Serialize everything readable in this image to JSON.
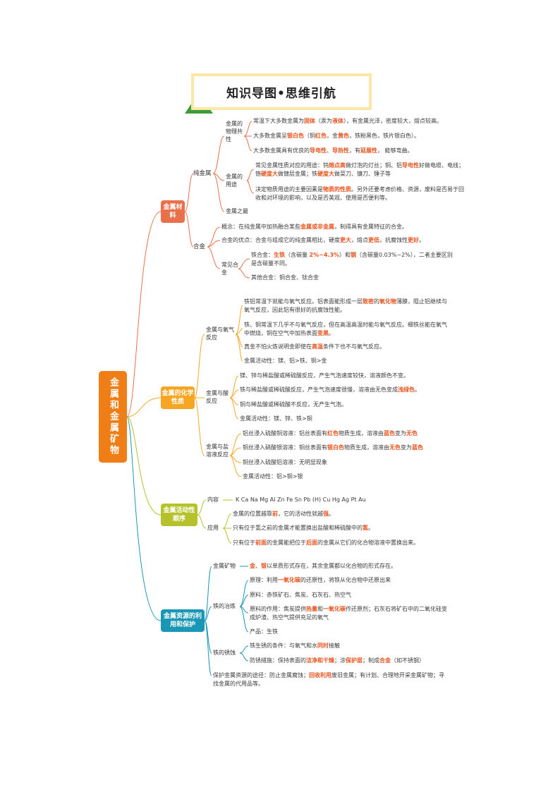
{
  "title": "知识导图•思维引航",
  "root": "金属和金属矿物",
  "colors": {
    "orange": "#f07e16",
    "red_node": "#e8704a",
    "amber": "#f6a623",
    "olive": "#b5c22b",
    "teal": "#1a97b5",
    "highlight": "#e8541e"
  },
  "b1": {
    "label": "金属材料",
    "pure": "纯金属",
    "phys": "金属的物理共性",
    "phys_items": [
      [
        "常温下大多数金属为",
        "固体",
        "（汞为",
        "液体",
        "），有金属光泽，密度较大，熔点较高。"
      ],
      [
        "大多数金属呈",
        "银白色",
        "（铜",
        "红色",
        "，金",
        "黄色",
        "，铁粉黑色，铁片银白色）。"
      ],
      [
        "大多数金属具有优良的",
        "导电性",
        "、",
        "导热性",
        "，有",
        "延展性",
        "，  能够弯曲。"
      ]
    ],
    "use": "金属的用途",
    "use_items": [
      [
        "常见金属性质对应的用途：钨",
        "熔点高",
        "做灯泡的灯丝；铜、铝",
        "导电性",
        "好做电缆、电线；铬",
        "硬度大",
        "做镀层金属；铁",
        "硬度大",
        "做菜刀、镰刀、锤子等"
      ],
      [
        "决定物质用途的主要因素是",
        "物质的性质",
        "。另外还要考虑价格、资源，废料是否易于回收和对环境的影响，以及是否美观、使用是否便利等。"
      ]
    ],
    "most": "金属之最",
    "alloy": "合金",
    "alloy_concept": [
      "概念：在纯金属中加热融合某些",
      "金属或非金属",
      "，制得具有金属特征的合金。"
    ],
    "alloy_adv": [
      "合金的优点：合金与组成它的纯金属相比，硬度",
      "更大",
      "，熔点",
      "更低",
      "，抗腐蚀性",
      "更好",
      "。"
    ],
    "common": "常见合金",
    "iron_alloy": [
      "铁合金：",
      "生铁",
      "（含碳量 ",
      "2%~4.3%",
      "）和",
      "钢",
      "（含碳量0.03%~2%），二者主要区别是含碳量不同。"
    ],
    "other_alloy": "其他合金：铜合金、钛合金"
  },
  "b2": {
    "label": "金属的化学性质",
    "oxy": "金属与氧气反应",
    "oxy_items": [
      [
        "铁铝常温下就能与氧气反应。铝表面能形成一层",
        "致密",
        "的",
        "氧化物",
        "薄膜，阻止铝继续与氧气反应，因此铝有很好的抗腐蚀性能。"
      ],
      [
        "铁、铜常温下几乎不与氧气反应，但在高温高温时能与氧气反应。细铁丝能在氧气中燃烧，铜在空气中加热表面",
        "变黑",
        "。"
      ],
      [
        "真金不怕火炼说明金即使在",
        "高温",
        "条件下也不与氧气反应。"
      ],
      [
        "金属活动性：镁、铝>铁、铜>金"
      ]
    ],
    "acid": "金属与酸反应",
    "acid_items": [
      [
        "镁、锌与稀盐酸或稀硫酸反应，产生气泡速度较快，溶液颜色不变。"
      ],
      [
        "铁与稀盐酸或稀硫酸反应，产生气泡速度很慢，溶液由无色变成",
        "浅绿色",
        "。"
      ],
      [
        "铜与稀盐酸或稀硫酸不反应，无产生气泡。"
      ],
      [
        "金属活动性：镁、锌、铁>铜"
      ]
    ],
    "salt": "金属与盐溶液反应",
    "salt_items": [
      [
        "铝丝浸入硫酸铜溶液：铝丝表面有",
        "红色",
        "物质生成，溶液由",
        "蓝色",
        "变为",
        "无色"
      ],
      [
        "铜丝浸入硝酸银溶液：铜丝表面有",
        "银白色",
        "物质生成，溶液由",
        "无色",
        "变为",
        "蓝色"
      ],
      [
        "铜丝浸入硫酸铝溶液：无明显现象"
      ],
      [
        "金属活动性：铝>铜>银"
      ]
    ]
  },
  "b3": {
    "label": "金属活动性顺序",
    "content": "内容",
    "series": "K  Ca  Na  Mg  Al  Zn  Fe  Sn  Pb  (H)  Cu  Hg  Ag  Pt  Au",
    "apply": "应用",
    "apply_items": [
      [
        "金属的位置越靠",
        "前",
        "，它的活动性就越",
        "强",
        "。"
      ],
      [
        "只有位于氢之前的金属才能置换出盐酸和稀硫酸中的",
        "氢",
        "。"
      ],
      [
        "只有位于",
        "前面",
        "的金属能把位于",
        "后面",
        "的金属从它们的化合物溶液中置换出来。"
      ]
    ]
  },
  "b4": {
    "label": "金属资源的利用和保护",
    "ore": "金属矿物",
    "ore_text": [
      "",
      "金",
      "、",
      "银",
      "以单质形式存在，其余金属都以化合物的形式存在。"
    ],
    "smelt": "铁的冶炼",
    "smelt_items": [
      [
        "原理：利用",
        "一氧化碳",
        "的还原性，将铁从化合物中还原出来"
      ],
      [
        "原料：赤铁矿石、焦炭、石灰石、热空气"
      ],
      [
        "原料的作用：焦炭提供",
        "热量",
        "和",
        "一氧化碳",
        "作还原剂；石灰石将矿石中的二氧化硅变成炉渣、热空气提供充足的氧气"
      ],
      [
        "产品：生铁"
      ]
    ],
    "rust": "铁的锈蚀",
    "rust_items": [
      [
        "铁生锈的条件：与氧气和水",
        "同时",
        "接触"
      ],
      [
        "防锈措施：保持表面的",
        "洁净和干燥",
        "；涂",
        "保护层",
        "；制成",
        "合金",
        "（如不锈钢）"
      ]
    ],
    "protect": [
      "保护金属资源的途径：防止金属腐蚀；",
      "回收利用",
      "废旧金属；有计划、合理地开采金属矿物；寻找金属的代用品等。"
    ]
  }
}
